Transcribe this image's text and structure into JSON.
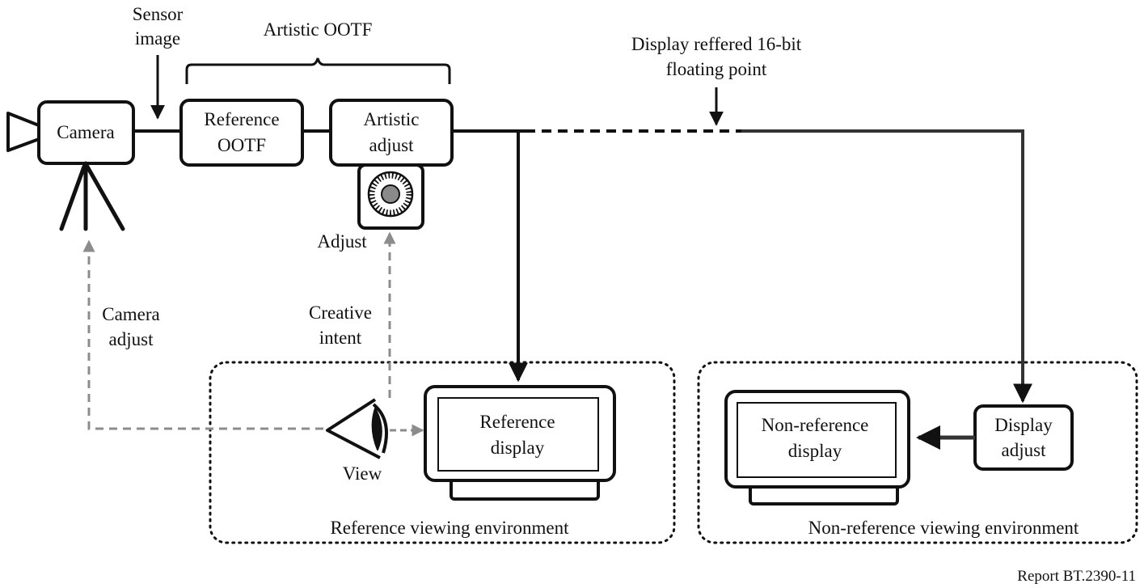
{
  "labels": {
    "sensor_line1": "Sensor",
    "sensor_line2": "image",
    "artistic_ootf": "Artistic OOTF",
    "display_referred_line1": "Display reffered 16-bit",
    "display_referred_line2": "floating point",
    "adjust": "Adjust",
    "camera_adjust_line1": "Camera",
    "camera_adjust_line2": "adjust",
    "creative_intent_line1": "Creative",
    "creative_intent_line2": "intent",
    "view": "View",
    "reference_env": "Reference viewing environment",
    "non_reference_env": "Non-reference viewing environment",
    "report_id": "Report BT.2390-11"
  },
  "boxes": {
    "camera": "Camera",
    "reference_ootf_line1": "Reference",
    "reference_ootf_line2": "OOTF",
    "artistic_adjust_line1": "Artistic",
    "artistic_adjust_line2": "adjust",
    "reference_display_line1": "Reference",
    "reference_display_line2": "display",
    "non_reference_display_line1": "Non-reference",
    "non_reference_display_line2": "display",
    "display_adjust_line1": "Display",
    "display_adjust_line2": "adjust"
  },
  "colors": {
    "stroke": "#111111",
    "feedback_dashed": "#8c8c8c",
    "knob_fill": "#8a8a8a"
  },
  "icons": [
    "camera-icon",
    "tripod-icon",
    "knob-icon",
    "eye-icon",
    "monitor-icon"
  ]
}
